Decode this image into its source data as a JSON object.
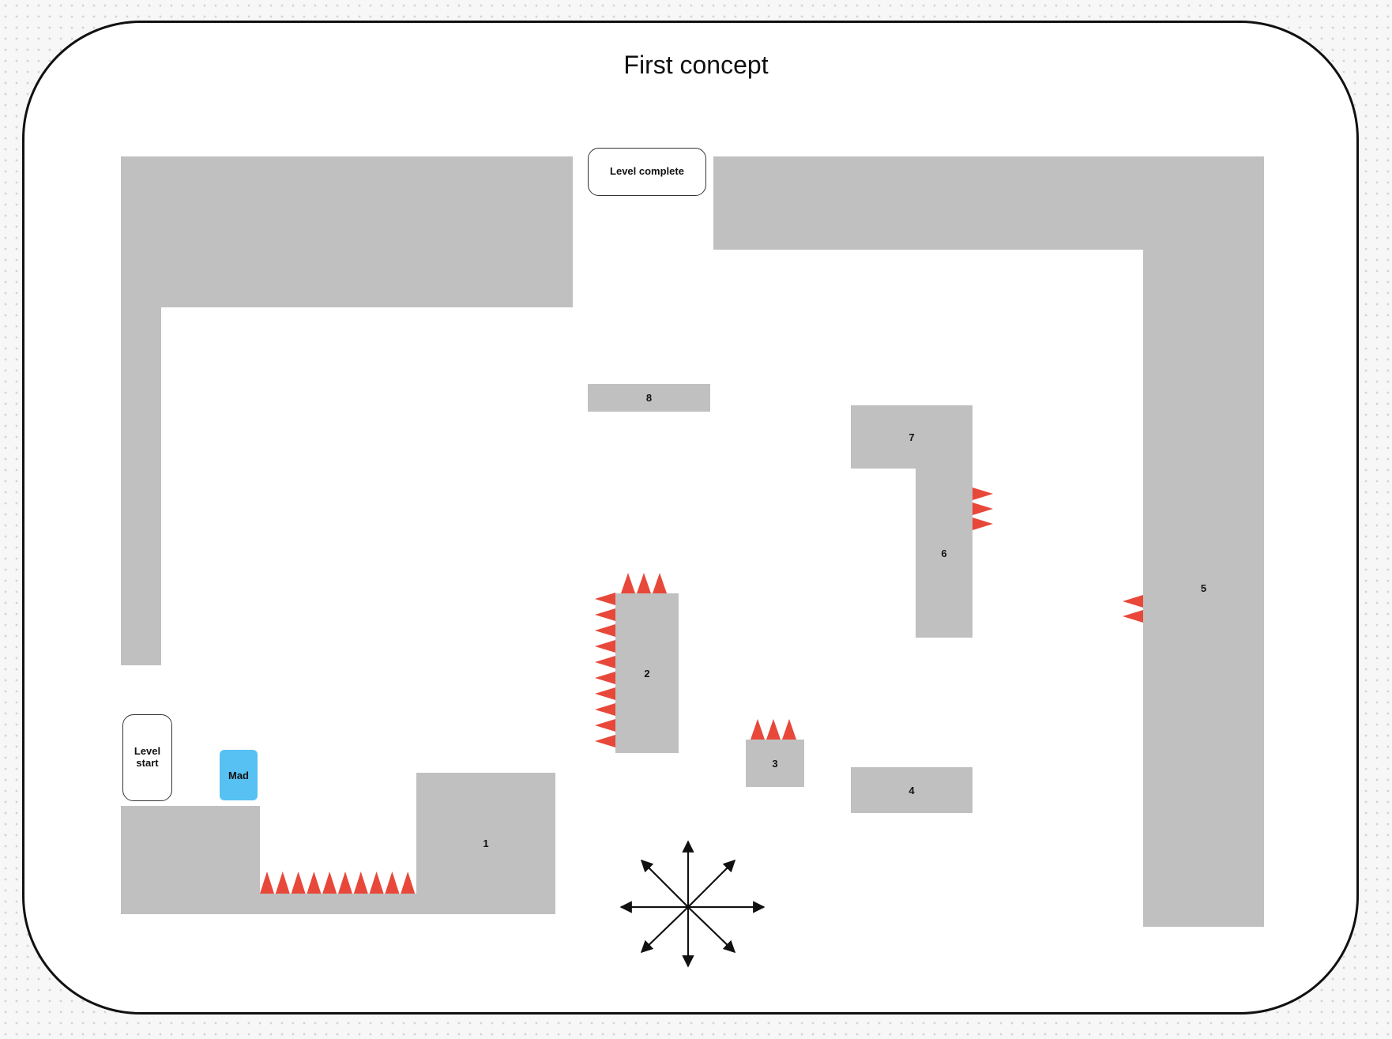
{
  "title": "First concept",
  "colors": {
    "wall": "#c0c0c0",
    "spike": "#e8483a",
    "player": "#56c1f2",
    "outline": "#111111"
  },
  "level_complete": "Level complete",
  "level_start": "Level\nstart",
  "player_label": "Mad",
  "platforms": {
    "p1": "1",
    "p2": "2",
    "p3": "3",
    "p4": "4",
    "p5": "5",
    "p6": "6",
    "p7": "7",
    "p8": "8"
  },
  "icons": {
    "spikes": "spike-icon",
    "direction": "eight-way-arrows-icon"
  }
}
